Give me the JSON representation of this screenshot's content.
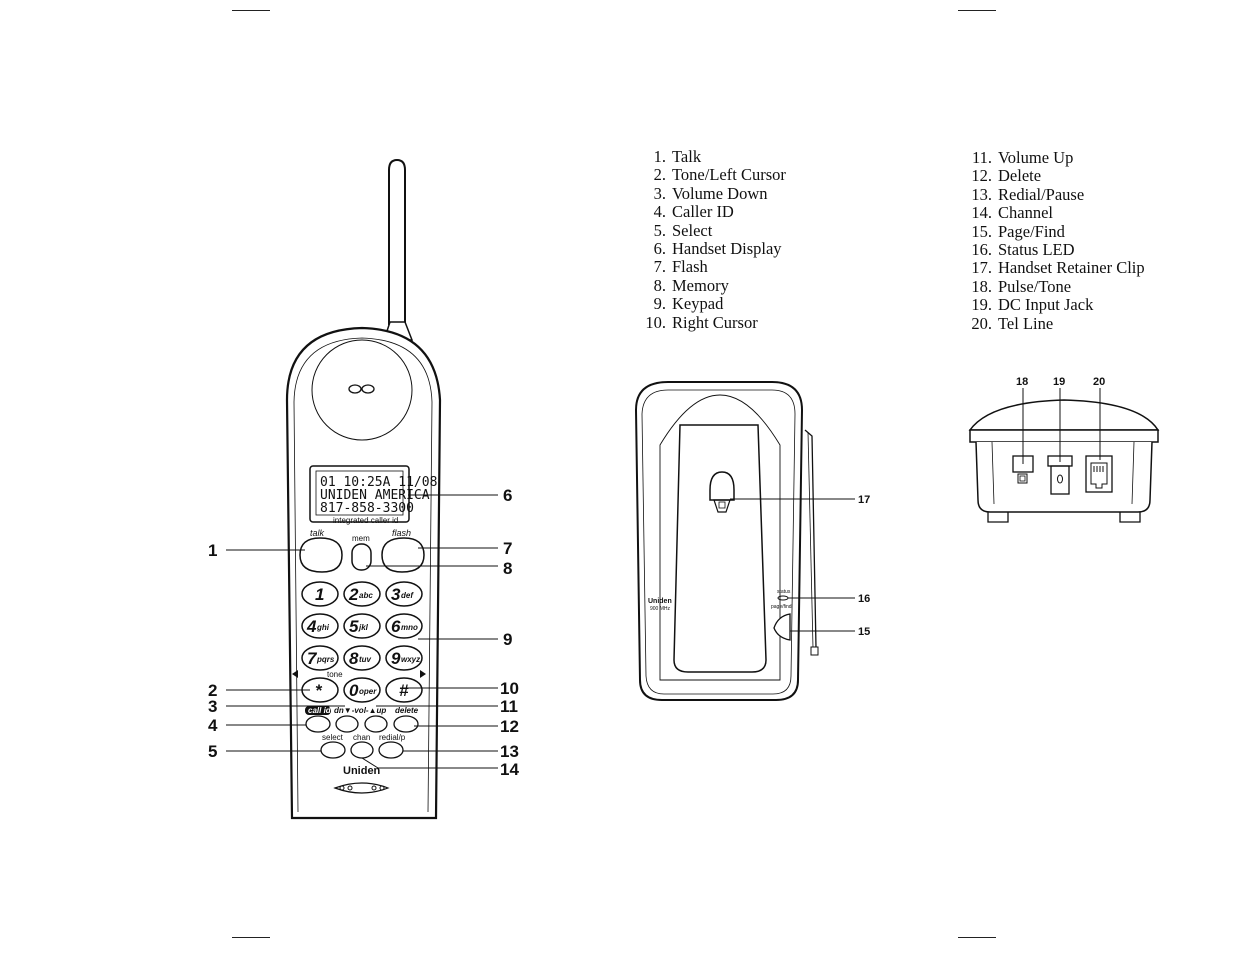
{
  "legend_left": [
    {
      "num": "1.",
      "label": "Talk"
    },
    {
      "num": "2.",
      "label": "Tone/Left Cursor"
    },
    {
      "num": "3.",
      "label": "Volume Down"
    },
    {
      "num": "4.",
      "label": "Caller ID"
    },
    {
      "num": "5.",
      "label": "Select"
    },
    {
      "num": "6.",
      "label": "Handset Display"
    },
    {
      "num": "7.",
      "label": "Flash"
    },
    {
      "num": "8.",
      "label": "Memory"
    },
    {
      "num": "9.",
      "label": "Keypad"
    },
    {
      "num": "10.",
      "label": "Right Cursor"
    }
  ],
  "legend_right": [
    {
      "num": "11.",
      "label": "Volume Up"
    },
    {
      "num": "12.",
      "label": "Delete"
    },
    {
      "num": "13.",
      "label": "Redial/Pause"
    },
    {
      "num": "14.",
      "label": "Channel"
    },
    {
      "num": "15.",
      "label": "Page/Find"
    },
    {
      "num": "16.",
      "label": "Status LED"
    },
    {
      "num": "17.",
      "label": "Handset Retainer Clip"
    },
    {
      "num": "18.",
      "label": "Pulse/Tone"
    },
    {
      "num": "19.",
      "label": "DC Input Jack"
    },
    {
      "num": "20.",
      "label": "Tel Line"
    }
  ],
  "handset": {
    "lcd_line1": "01 10:25A 11/08",
    "lcd_line2": "UNIDEN AMERICA",
    "lcd_line3": "817-858-3300",
    "lcd_caption": "integrated caller id",
    "talk": "talk",
    "mem": "mem",
    "flash": "flash",
    "tone": "tone",
    "call_id": "call id",
    "vol": "dn▼-vol-▲up",
    "delete": "delete",
    "select": "select",
    "chan": "chan",
    "redial": "redial/p",
    "brand": "Uniden",
    "keys": [
      {
        "d": "1",
        "l": ""
      },
      {
        "d": "2",
        "l": "abc"
      },
      {
        "d": "3",
        "l": "def"
      },
      {
        "d": "4",
        "l": "ghi"
      },
      {
        "d": "5",
        "l": "jkl"
      },
      {
        "d": "6",
        "l": "mno"
      },
      {
        "d": "7",
        "l": "pqrs"
      },
      {
        "d": "8",
        "l": "tuv"
      },
      {
        "d": "9",
        "l": "wxyz"
      },
      {
        "d": "*",
        "l": ""
      },
      {
        "d": "0",
        "l": "oper"
      },
      {
        "d": "#",
        "l": ""
      }
    ]
  },
  "handset_callouts": {
    "c1": "1",
    "c2": "2",
    "c3": "3",
    "c4": "4",
    "c5": "5",
    "c6": "6",
    "c7": "7",
    "c8": "8",
    "c9": "9",
    "c10": "10",
    "c11": "11",
    "c12": "12",
    "c13": "13",
    "c14": "14"
  },
  "base": {
    "brand": "Uniden",
    "sub": "900 MHz",
    "status": "status",
    "pagefind": "page/find"
  },
  "base_callouts": {
    "c15": "15",
    "c16": "16",
    "c17": "17"
  },
  "rear_callouts": {
    "c18": "18",
    "c19": "19",
    "c20": "20"
  }
}
